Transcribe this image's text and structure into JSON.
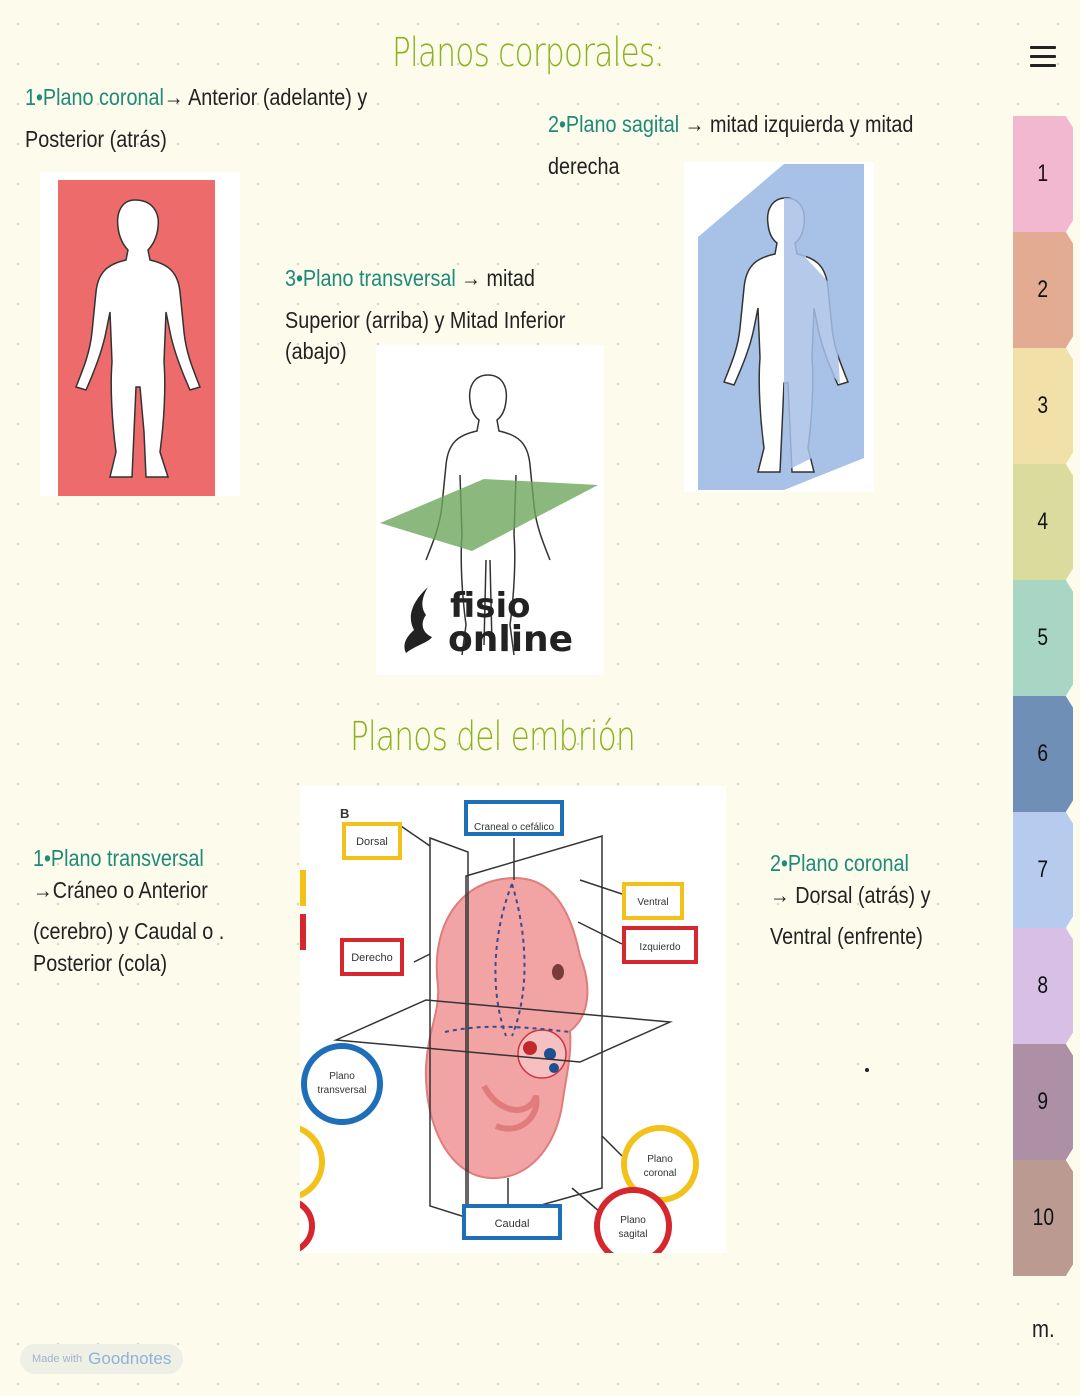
{
  "titles": {
    "body": "Planos corporales:",
    "embryo": "Planos del embrión"
  },
  "body_planes": {
    "coronal": {
      "num": "1•",
      "name": "Plano coronal",
      "line1": "→ Anterior (adelante) y",
      "line2": "Posterior (atrás)"
    },
    "sagittal": {
      "num": "2•",
      "name": "Plano sagital",
      "line1": " → mitad izquierda y mitad",
      "line2": "derecha"
    },
    "transverse": {
      "num": "3•",
      "name": "Plano transversal",
      "line1": " → mitad",
      "line2": "Superior (arriba) y Mitad Inferior",
      "line3": "(abajo)"
    }
  },
  "figure_logo": {
    "line1": "fisio",
    "line2": "online"
  },
  "embryo_planes": {
    "transverse": {
      "num": "1•",
      "name": "Plano transversal",
      "line1": "→Cráneo o Anterior",
      "line2": "(cerebro) y Caudal o .",
      "line3": "Posterior (cola)"
    },
    "coronal": {
      "num": "2•",
      "name": "Plano coronal",
      "line1": "→ Dorsal (atrás) y",
      "line2": "Ventral (enfrente)"
    }
  },
  "embryo_figure": {
    "letter": "B",
    "labels": {
      "dorsal": "Dorsal",
      "craneal": "Craneal o cefálico",
      "ventral": "Ventral",
      "izquierdo": "Izquierdo",
      "derecho": "Derecho",
      "caudal": "Caudal"
    },
    "circles": {
      "transversal": [
        "Plano",
        "transversal"
      ],
      "coronal": [
        "Plano",
        "coronal"
      ],
      "sagital": [
        "Plano",
        "sagital"
      ]
    }
  },
  "tabs": [
    {
      "label": "1",
      "color": "#f2b8cf"
    },
    {
      "label": "2",
      "color": "#e4ab93"
    },
    {
      "label": "3",
      "color": "#f1e0a8"
    },
    {
      "label": "4",
      "color": "#d9dc9c"
    },
    {
      "label": "5",
      "color": "#a9d6c4"
    },
    {
      "label": "6",
      "color": "#6f8fb7"
    },
    {
      "label": "7",
      "color": "#b7cbee"
    },
    {
      "label": "8",
      "color": "#d7bfe6"
    },
    {
      "label": "9",
      "color": "#ad8fa6"
    },
    {
      "label": "10",
      "color": "#bb9a92"
    }
  ],
  "footer": {
    "more": "m.",
    "made_with": "Made with",
    "brand": "Goodnotes"
  }
}
